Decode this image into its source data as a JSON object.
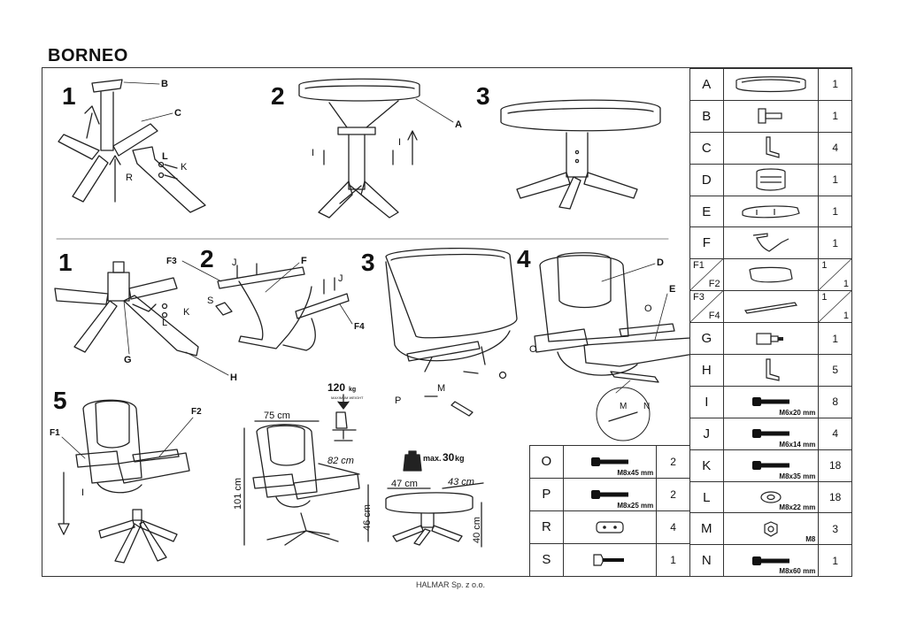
{
  "document": {
    "title": "BORNEO",
    "footer": "HALMAR Sp. z o.o."
  },
  "steps": {
    "s1": "1",
    "s2": "2",
    "s3": "3",
    "c1": "1",
    "c2": "2",
    "c3": "3",
    "c4": "4",
    "c5": "5"
  },
  "labels": {
    "B": "B",
    "C": "C",
    "R": "R",
    "L": "L",
    "K": "K",
    "I1": "I",
    "I2": "I",
    "A": "A",
    "F3": "F3",
    "J1": "J",
    "F": "F",
    "S": "S",
    "J2": "J",
    "F4": "F4",
    "K2": "K",
    "L2": "L",
    "G": "G",
    "H": "H",
    "P": "P",
    "M": "M",
    "D": "D",
    "E": "E",
    "O1": "O",
    "O2": "O",
    "M2": "M",
    "N": "N",
    "F1": "F1",
    "F2": "F2",
    "I3": "I"
  },
  "weights": {
    "chair_value": "120",
    "chair_unit": "kg",
    "chair_note": "MAXIMUM WEIGHT",
    "stool_prefix": "max.",
    "stool_value": "30",
    "stool_unit": "kg"
  },
  "dimensions": {
    "width": "75 cm",
    "depth": "82 cm",
    "height": "101 cm",
    "seat": "46 cm",
    "stool_w": "47 cm",
    "stool_d": "43 cm",
    "stool_h": "40 cm"
  },
  "parts_right": [
    {
      "letter": "A",
      "qty": "1",
      "icon": "ottoman-cushion-icon"
    },
    {
      "letter": "B",
      "qty": "1",
      "icon": "mounting-plate-icon"
    },
    {
      "letter": "C",
      "qty": "4",
      "icon": "leg-bracket-icon"
    },
    {
      "letter": "D",
      "qty": "1",
      "icon": "backrest-icon"
    },
    {
      "letter": "E",
      "qty": "1",
      "icon": "seat-icon"
    },
    {
      "letter": "F",
      "qty": "1",
      "icon": "frame-icon"
    },
    {
      "letter": "F1",
      "letter2": "F2",
      "qty": "1",
      "qty2": "1",
      "icon": "armrest-icon"
    },
    {
      "letter": "F3",
      "letter2": "F4",
      "qty": "1",
      "qty2": "1",
      "icon": "rail-icon"
    },
    {
      "letter": "G",
      "qty": "1",
      "icon": "swivel-icon"
    },
    {
      "letter": "H",
      "qty": "5",
      "icon": "leg-icon"
    },
    {
      "letter": "I",
      "qty": "8",
      "icon": "bolt-icon",
      "size": "M6x20 mm"
    },
    {
      "letter": "J",
      "qty": "4",
      "icon": "bolt-icon",
      "size": "M6x14 mm"
    },
    {
      "letter": "K",
      "qty": "18",
      "icon": "bolt-icon",
      "size": "M8x35 mm"
    },
    {
      "letter": "L",
      "qty": "18",
      "icon": "washer-icon",
      "size": "M8x22 mm"
    },
    {
      "letter": "M",
      "qty": "3",
      "icon": "nut-icon",
      "size": "M8"
    },
    {
      "letter": "N",
      "qty": "1",
      "icon": "bolt-icon",
      "size": "M8x60 mm"
    }
  ],
  "parts_left": [
    {
      "letter": "O",
      "qty": "2",
      "icon": "bolt-icon",
      "size": "M8x45 mm"
    },
    {
      "letter": "P",
      "qty": "2",
      "icon": "bolt-icon",
      "size": "M8x25 mm"
    },
    {
      "letter": "R",
      "qty": "4",
      "icon": "spacer-icon"
    },
    {
      "letter": "S",
      "qty": "1",
      "icon": "knob-icon"
    }
  ]
}
